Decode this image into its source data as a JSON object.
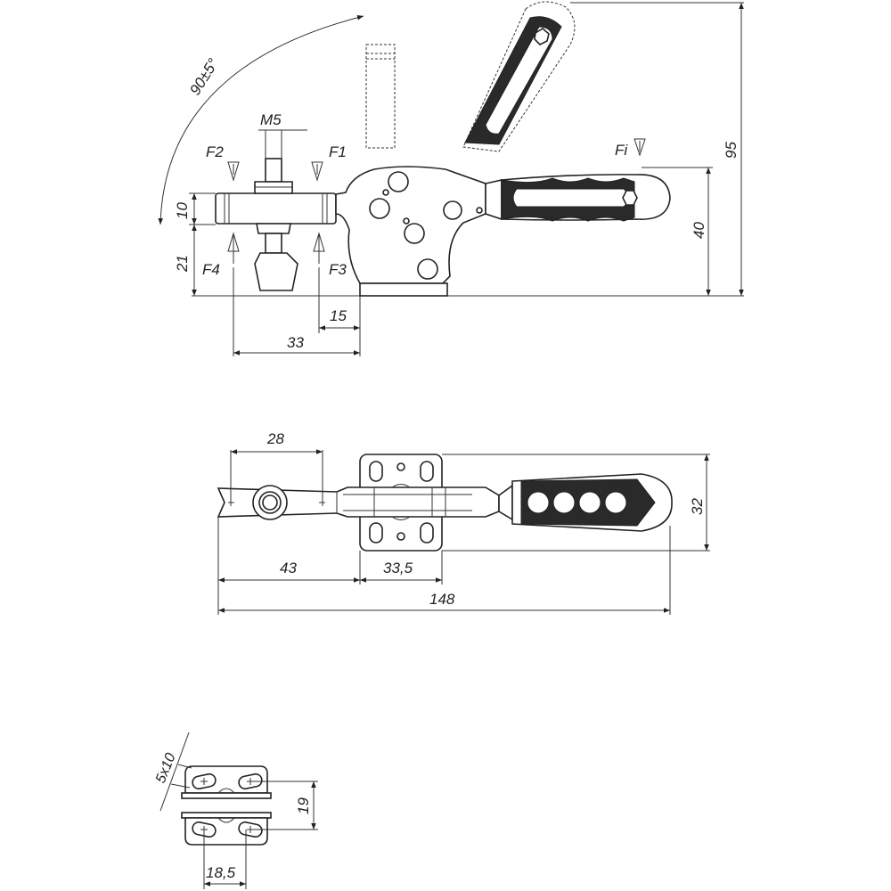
{
  "side_view": {
    "angle_label": "90±5°",
    "thread_label": "M5",
    "forces": {
      "f1": "F1",
      "f2": "F2",
      "f3": "F3",
      "f4": "F4",
      "fi": "Fi"
    },
    "dims": {
      "height_total": "95",
      "height_clamp": "40",
      "spindle_offset": "10",
      "base_height": "21",
      "dist_15": "15",
      "dist_33": "33"
    }
  },
  "top_view": {
    "dims": {
      "dist_28": "28",
      "width_32": "32",
      "dist_43": "43",
      "dist_33_5": "33,5",
      "length_148": "148"
    }
  },
  "base_view": {
    "dims": {
      "slot": "5x10",
      "spacing_19": "19",
      "spacing_18_5": "18,5"
    }
  }
}
